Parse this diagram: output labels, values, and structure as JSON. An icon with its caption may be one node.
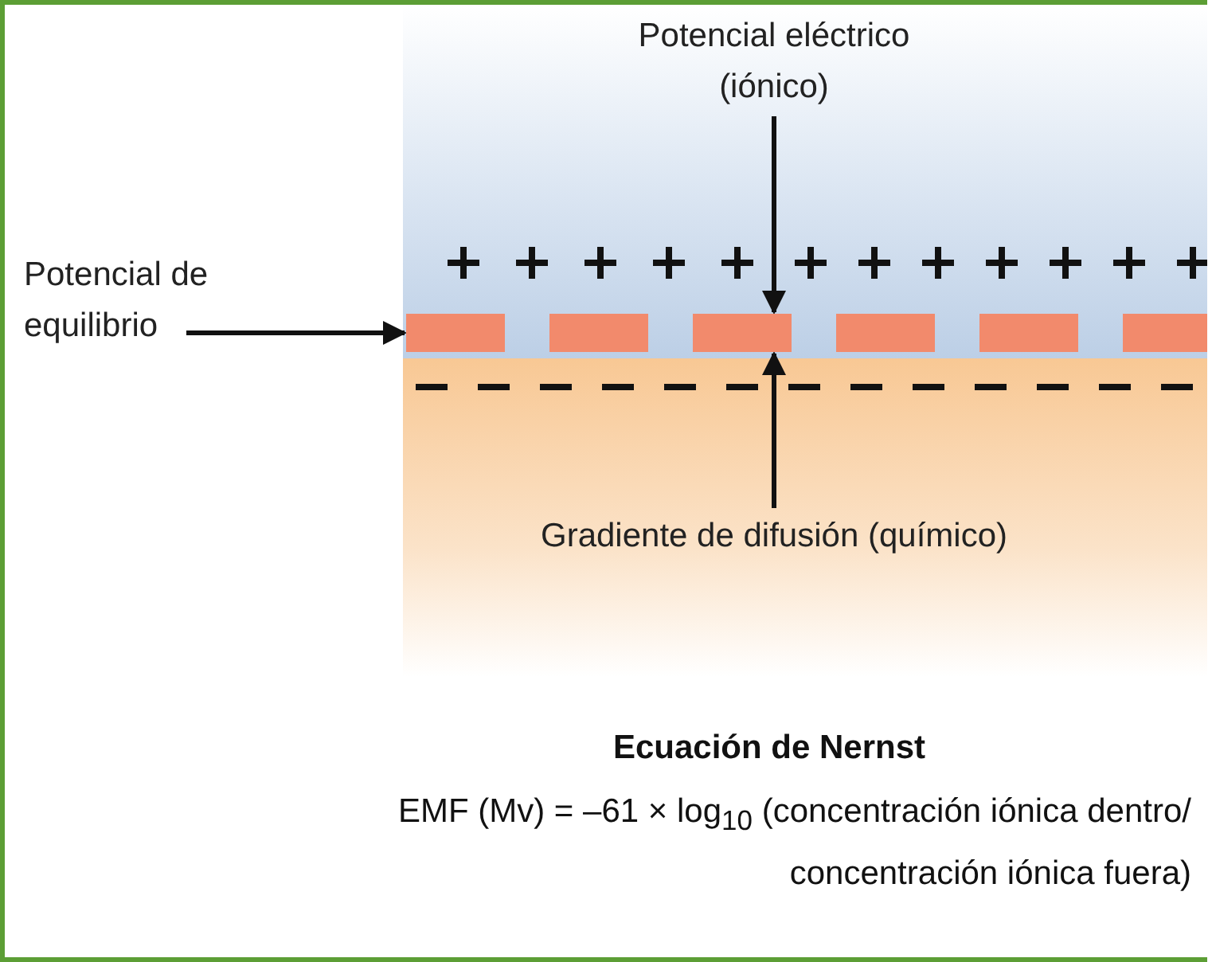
{
  "diagram": {
    "nodes": [
      {
        "text": [
          "Potencial eléctrico (iónico)"
        ]
      },
      {
        "text": [
          "Potencial de equilibrio"
        ]
      },
      {
        "text": [
          "Gradiente de difusión (químico)"
        ]
      },
      {
        "text": [],
        "shape": "bar"
      }
    ],
    "edges": [
      {
        "from": 0,
        "to": 3,
        "arrow": "to"
      },
      {
        "from": 1,
        "to": 3,
        "arrow": "to"
      },
      {
        "from": 2,
        "to": 3,
        "arrow": "to"
      }
    ],
    "labels": [
      "Ecuación de Nernst",
      "EMF (Mv) = –61 × log$_{10}$ (concentración iónica dentro/ concentración iónica fuera)"
    ]
  }
}
